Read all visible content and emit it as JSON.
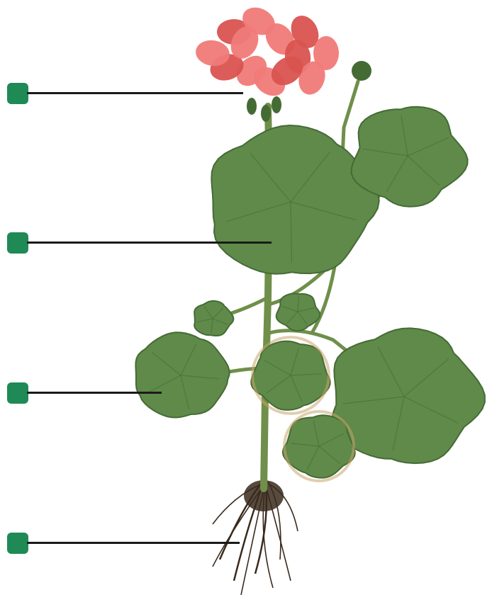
{
  "diagram": {
    "subject": "geranium-plant",
    "colors": {
      "marker": "#1f8a55",
      "leader_line": "#1a1a1a",
      "petal": "#f07a78",
      "petal_dark": "#d9534f",
      "leaf": "#5f8a4a",
      "leaf_dark": "#456b35",
      "leaf_edge": "#c9a56a",
      "stem": "#6f8f4a",
      "root": "#3a2a1c"
    },
    "labels": [
      {
        "part": "flower",
        "text": ""
      },
      {
        "part": "stem",
        "text": ""
      },
      {
        "part": "leaf",
        "text": ""
      },
      {
        "part": "root",
        "text": ""
      }
    ]
  }
}
